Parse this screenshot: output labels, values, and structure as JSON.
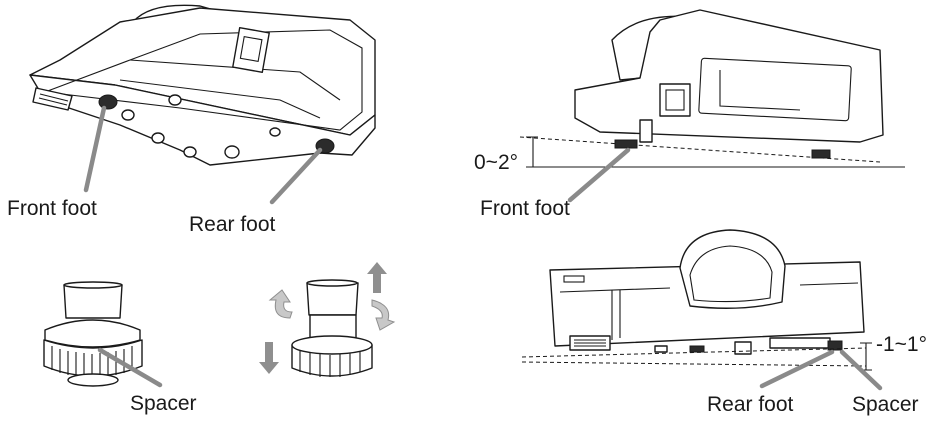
{
  "labels": {
    "front_foot_left": "Front foot",
    "rear_foot_left": "Rear foot",
    "angle_top": "0~2°",
    "front_foot_right": "Front foot",
    "angle_bottom": "-1~1°",
    "spacer_left": "Spacer",
    "rear_foot_right": "Rear foot",
    "spacer_right": "Spacer"
  }
}
